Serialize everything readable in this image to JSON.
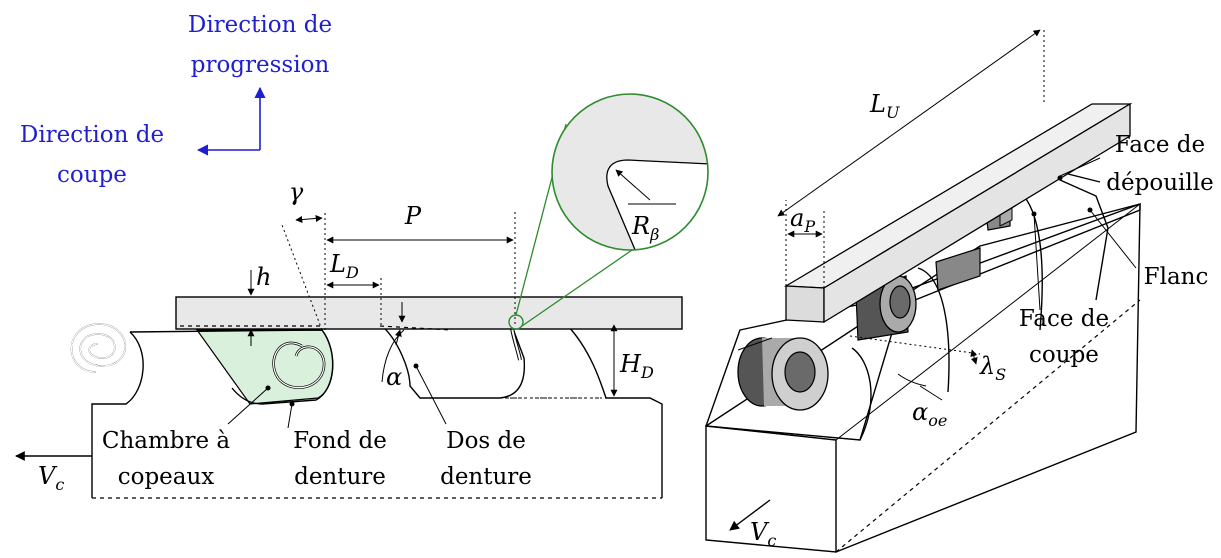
{
  "direction": {
    "progression": [
      "Direction de",
      "progression"
    ],
    "cut": [
      "Direction de",
      "coupe"
    ],
    "color": "#1f1fd0"
  },
  "symbols": {
    "gamma": "γ",
    "P": "P",
    "L_D": "L",
    "L_D_sub": "D",
    "h": "h",
    "H_D": "H",
    "H_D_sub": "D",
    "alpha": "α",
    "R_beta": "R",
    "R_beta_sub": "β",
    "Vc_left": "V",
    "Vc_left_sub": "c",
    "L_U": "L",
    "L_U_sub": "U",
    "a_P": "a",
    "a_P_sub": "P",
    "lambda_S": "λ",
    "lambda_S_sub": "S",
    "alpha_oe": "α",
    "alpha_oe_sub": "oe",
    "Vc_right": "V",
    "Vc_right_sub": "c"
  },
  "labels": {
    "chamber": [
      "Chambre à",
      "copeaux"
    ],
    "bottom": [
      "Fond de",
      "denture"
    ],
    "back": [
      "Dos de",
      "denture"
    ],
    "relief_face": [
      "Face de",
      "dépouille"
    ],
    "flank": "Flanc",
    "cut_face": [
      "Face de",
      "coupe"
    ]
  },
  "colors": {
    "chip_chamber_fill": "#d9f0dc",
    "zoom_circle": "#2e8b2e",
    "tool_bar": "#e8e8e8",
    "dark_grey": "#555555",
    "mid_grey": "#aaaaaa"
  }
}
